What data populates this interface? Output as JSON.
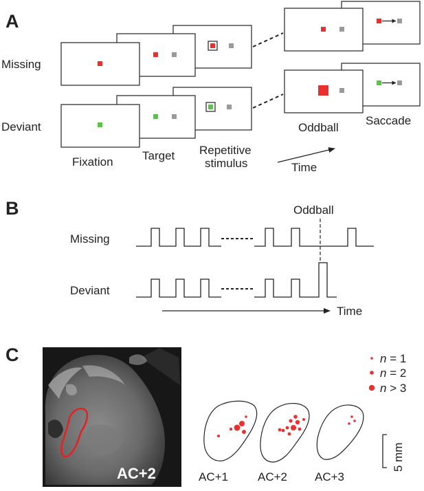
{
  "panel_a": {
    "letter": "A",
    "row_labels": {
      "missing": "Missing",
      "deviant": "Deviant"
    },
    "stage_labels": {
      "fixation": "Fixation",
      "target": "Target",
      "repetitive_line1": "Repetitive",
      "repetitive_line2": "stimulus",
      "oddball": "Oddball",
      "saccade": "Saccade"
    },
    "time_label": "Time",
    "colors": {
      "red": "#e8302f",
      "green": "#5cc24a",
      "gray": "#9a9a9a",
      "outline": "#222222"
    }
  },
  "panel_b": {
    "letter": "B",
    "oddball_label": "Oddball",
    "row_labels": {
      "missing": "Missing",
      "deviant": "Deviant"
    },
    "time_label": "Time"
  },
  "panel_c": {
    "letter": "C",
    "mri_label": "AC+2",
    "legend": [
      {
        "var": "n",
        "rel": " = 1",
        "size": "small"
      },
      {
        "var": "n",
        "rel": " = 2",
        "size": "medium"
      },
      {
        "var": "n",
        "rel": " > 3",
        "size": "large"
      }
    ],
    "section_labels": [
      "AC+1",
      "AC+2",
      "AC+3"
    ],
    "scale_bar": "5 mm",
    "dot_color": "#e8302f",
    "outline_color": "#e02424"
  }
}
